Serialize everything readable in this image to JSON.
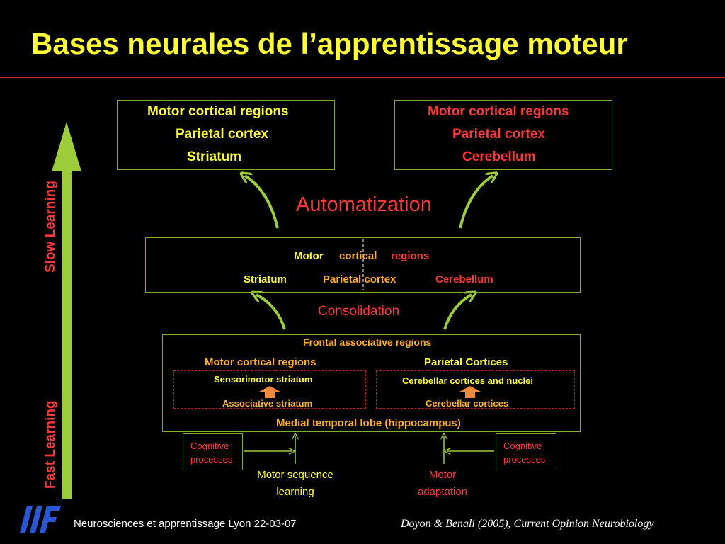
{
  "slide": {
    "title": "Bases neurales de l’apprentissage moteur",
    "footer_left": "Neurosciences et apprentissage Lyon 22-03-07",
    "footer_right": "Doyon & Benali (2005), Current Opinion Neurobiology",
    "logo_text": "IIF"
  },
  "axis": {
    "slow": "Slow Learning",
    "fast": "Fast Learning"
  },
  "top_left_box": {
    "line1": "Motor  cortical regions",
    "line2": "Parietal cortex",
    "line3": "Striatum"
  },
  "top_right_box": {
    "line1": "Motor  cortical regions",
    "line2": "Parietal cortex",
    "line3": "Cerebellum"
  },
  "labels": {
    "automatization": "Automatization",
    "consolidation": "Consolidation"
  },
  "middle_box": {
    "motor": "Motor",
    "cortical": "cortical",
    "regions": "regions",
    "striatum": "Striatum",
    "parietal": "Parietal cortex",
    "cerebellum": "Cerebellum"
  },
  "bottom_box": {
    "frontal": "Frontal associative regions",
    "motor_cortical": "Motor cortical regions",
    "parietal_cortices": "Parietal Cortices",
    "sensorimotor": "Sensorimotor striatum",
    "associative": "Associative striatum",
    "cerebellar_nuclei": "Cerebellar cortices and nuclei",
    "cerebellar_cortices": "Cerebellar cortices",
    "medial": "Medial temporal lobe (hippocampus)"
  },
  "inputs": {
    "cognitive_left": "Cognitive processes",
    "cognitive_right": "Cognitive processes",
    "motor_sequence": "Motor sequence learning",
    "motor_adaptation": "Motor adaptation"
  },
  "colors": {
    "title": "#ffff33",
    "red": "#ff3838",
    "orange": "#ffb020",
    "green": "#9ccc3a",
    "box_border": "#7fb02a"
  }
}
